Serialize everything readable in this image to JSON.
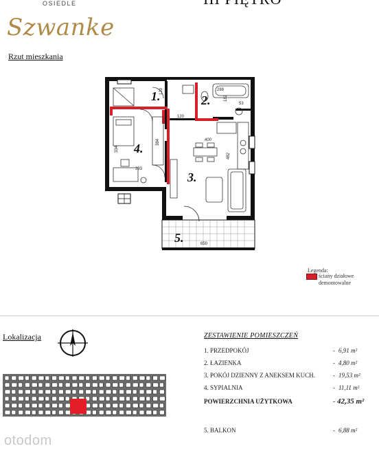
{
  "header": {
    "brand_top": "OSIEDLE",
    "brand_script": "Szwanke",
    "floor_title": "III PIĘTRO",
    "plan_label": "Rzut mieszkania"
  },
  "plan": {
    "room_labels": [
      "1.",
      "2.",
      "3.",
      "4.",
      "5."
    ],
    "dimensions": [
      "120",
      "288",
      "182",
      "53",
      "120",
      "400",
      "334",
      "384",
      "293",
      "482",
      "650"
    ]
  },
  "legend": {
    "title": "Legenda:",
    "text": "ściany działowe demontowalne",
    "color": "#d4202a"
  },
  "location": {
    "label": "Lokalizacja",
    "icon": "north-compass-icon"
  },
  "rooms_table": {
    "title": "ZESTAWIENIE POMIESZCZEŃ",
    "rows": [
      {
        "name": "1. PRZEDPOKÓJ",
        "dash": "-",
        "value": "6,91 m²"
      },
      {
        "name": "2. ŁAZIENKA",
        "dash": "-",
        "value": "4,80 m²"
      },
      {
        "name": "3. POKÓJ DZIENNY Z ANEKSEM KUCH.",
        "dash": "-",
        "value": "19,53 m²"
      },
      {
        "name": "4. SYPIALNIA",
        "dash": "-",
        "value": "11,11 m²"
      }
    ],
    "total": {
      "name": "POWIERZCHNIA UŻYTKOWA",
      "dash": "-",
      "value": "42,35 m²"
    },
    "balcony": {
      "name": "5. BALKON",
      "dash": "-",
      "value": "6,88 m²"
    }
  },
  "watermark": "otodom"
}
